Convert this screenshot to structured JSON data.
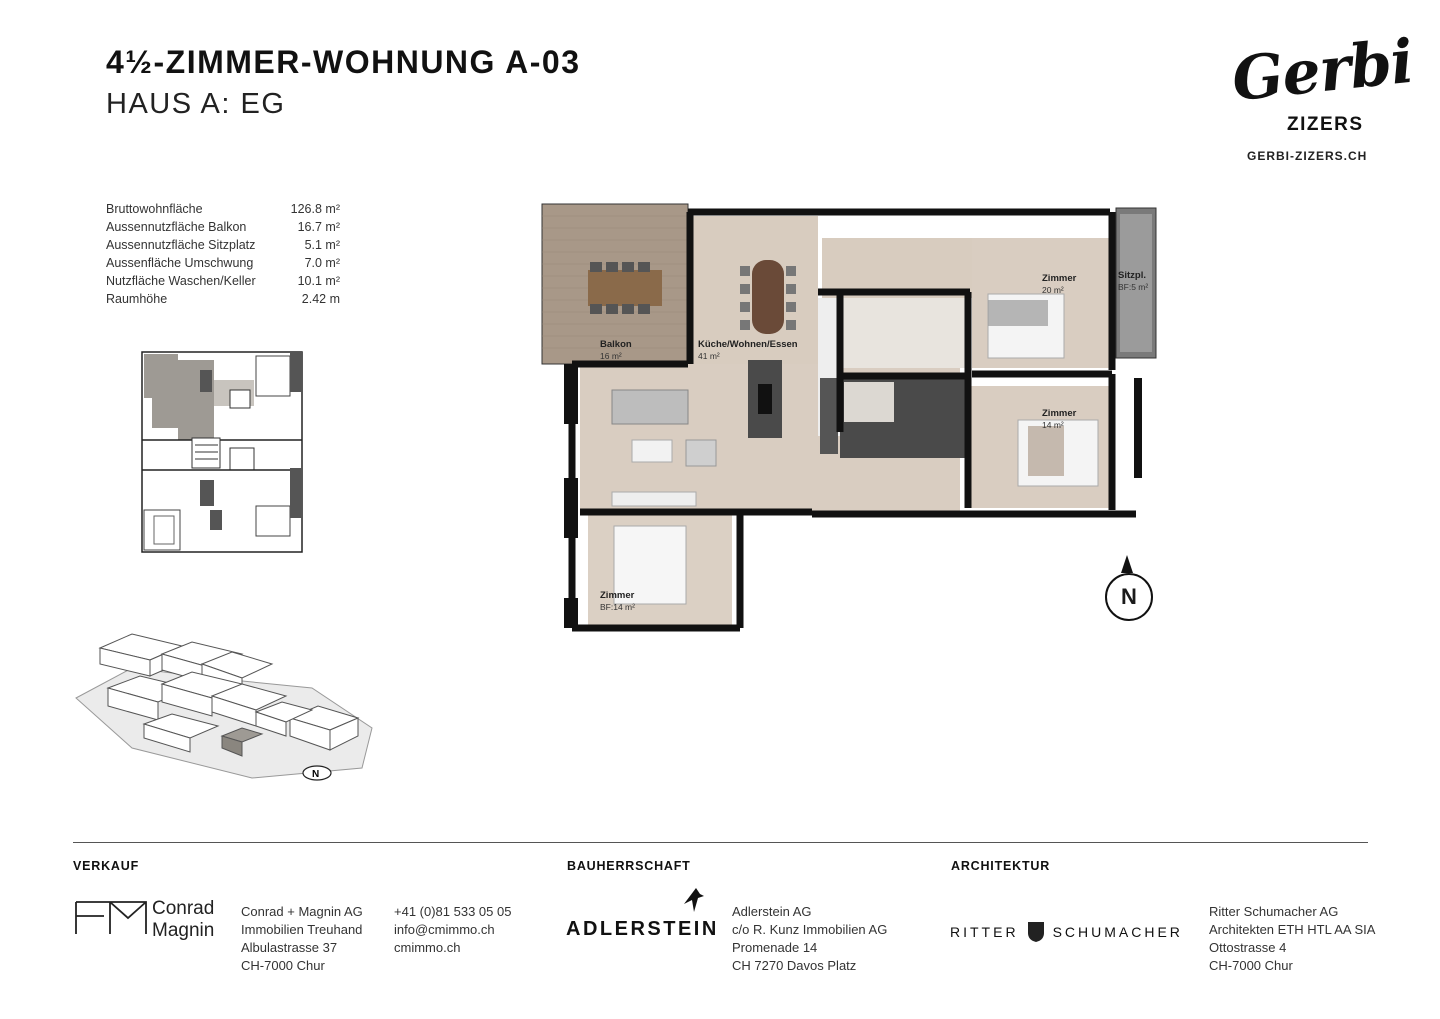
{
  "header": {
    "title": "4½-ZIMMER-WOHNUNG A-03",
    "subtitle": "HAUS A: EG"
  },
  "brand": {
    "script": "Gerbi",
    "place": "ZIZERS",
    "url": "GERBI-ZIZERS.CH"
  },
  "specs": [
    {
      "label": "Bruttowohnfläche",
      "value": "126.8 m²"
    },
    {
      "label": "Aussennutzfläche Balkon",
      "value": "16.7 m²"
    },
    {
      "label": "Aussennutzfläche Sitzplatz",
      "value": "5.1 m²"
    },
    {
      "label": "Aussenfläche Umschwung",
      "value": "7.0 m²"
    },
    {
      "label": "Nutzfläche Waschen/Keller",
      "value": "10.1 m²"
    },
    {
      "label": "Raumhöhe",
      "value": "2.42 m"
    }
  ],
  "rooms": {
    "balkon": {
      "label": "Balkon",
      "area": "16 m²"
    },
    "kueche": {
      "label": "Küche/Wohnen/Essen",
      "area": "41 m²"
    },
    "zimmer1": {
      "label": "Zimmer",
      "area": "20 m²"
    },
    "sitzplatz": {
      "label": "Sitzpl.",
      "area": "BF:5 m²"
    },
    "zimmer2": {
      "label": "Zimmer",
      "area": "14 m²"
    },
    "zimmer3": {
      "label": "Zimmer",
      "area": "BF:14 m²"
    }
  },
  "compass": {
    "letter": "N",
    "site_letter": "N"
  },
  "colors": {
    "wood": "#a89888",
    "floor": "#d9cdc1",
    "wall": "#111111",
    "keyplan_highlight": "#9e9a94"
  },
  "footer": {
    "verkauf": {
      "heading": "VERKAUF",
      "logo_line1": "Conrad",
      "logo_line2": "Magnin",
      "address": [
        "Conrad + Magnin AG",
        "Immobilien Treuhand",
        "Albulastrasse 37",
        "CH-7000 Chur"
      ],
      "contact": [
        "+41 (0)81 533 05 05",
        "info@cmimmo.ch",
        "cmimmo.ch"
      ]
    },
    "bauherrschaft": {
      "heading": "BAUHERRSCHAFT",
      "logo": "ADLERSTEIN",
      "address": [
        "Adlerstein AG",
        "c/o R. Kunz Immobilien AG",
        "Promenade 14",
        "CH 7270 Davos Platz"
      ]
    },
    "architektur": {
      "heading": "ARCHITEKTUR",
      "logo_left": "RITTER",
      "logo_right": "SCHUMACHER",
      "address": [
        "Ritter Schumacher AG",
        "Architekten ETH HTL AA SIA",
        "Ottostrasse 4",
        "CH-7000 Chur"
      ]
    }
  }
}
